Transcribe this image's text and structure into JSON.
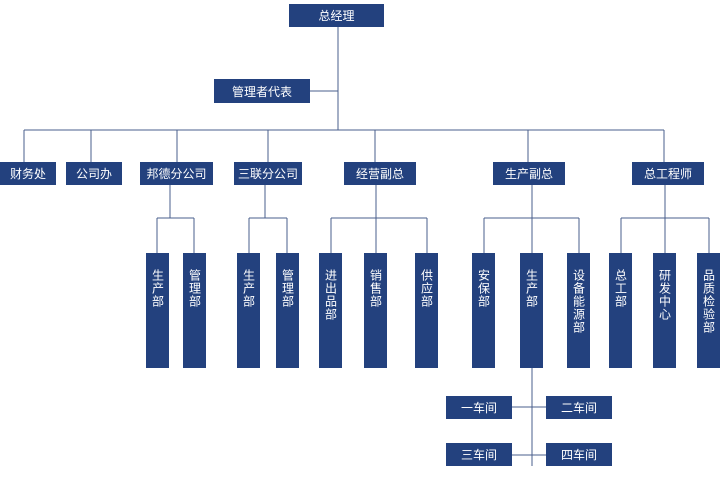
{
  "org": {
    "top": "总经理",
    "rep": "管理者代表",
    "l2": [
      "财务处",
      "公司办",
      "邦德分公司",
      "三联分公司",
      "经营副总",
      "生产副总",
      "总工程师"
    ],
    "bangde": [
      "生产部",
      "管理部"
    ],
    "sanlian": [
      "生产部",
      "管理部"
    ],
    "jingying": [
      "进出品部",
      "销售部",
      "供应部"
    ],
    "shengchan": [
      "安保部",
      "生产部",
      "设备能源部"
    ],
    "zonggong": [
      "总工部",
      "研发中心",
      "品质检验部"
    ],
    "workshops": [
      "一车间",
      "二车间",
      "三车间",
      "四车间"
    ]
  }
}
